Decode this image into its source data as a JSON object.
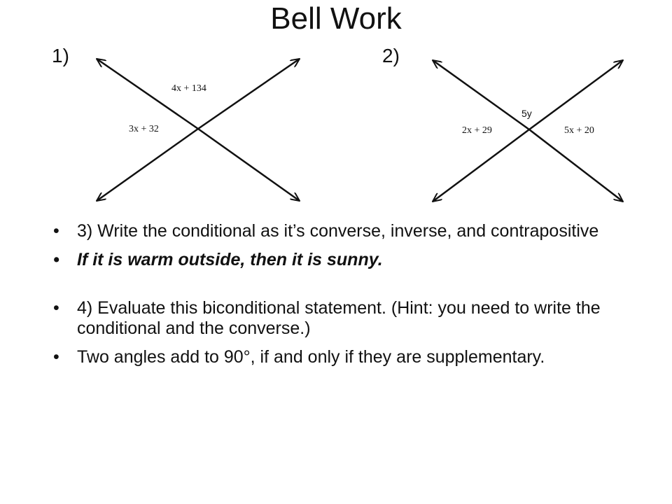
{
  "slide": {
    "title": "Bell Work"
  },
  "problem1": {
    "number": "1)",
    "label_top": "4x + 134",
    "label_left": "3x + 32"
  },
  "problem2": {
    "number": "2)",
    "label_top": "5y",
    "label_left": "2x + 29",
    "label_right": "5x + 20"
  },
  "bullets": [
    "3) Write the conditional as it’s converse, inverse, and contrapositive",
    "If it is warm outside, then it is sunny.",
    "4) Evaluate this biconditional statement. (Hint: you need to write the conditional and the converse.)",
    "Two angles add to 90°, if and only if they are supplementary."
  ]
}
